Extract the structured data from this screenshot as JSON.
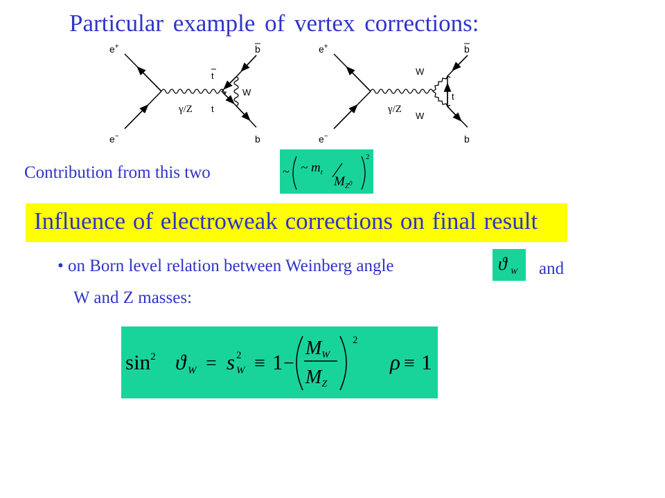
{
  "slide": {
    "title": "Particular example of vertex corrections:",
    "contribution_text": "Contribution from this two",
    "highlight_text": "Influence of electroweak corrections on final result",
    "bullet_text": "• on Born level relation between Weinberg angle",
    "and_text": "and",
    "masses_text": "W and Z masses:"
  },
  "diagram": {
    "left": {
      "e_plus": "e",
      "e_minus": "e",
      "boson": "γ/Z",
      "tbar": "t",
      "t": "t",
      "w": "W",
      "bbar": "b",
      "b": "b"
    },
    "right": {
      "e_plus": "e",
      "e_minus": "e",
      "boson": "γ/Z",
      "w_top": "W",
      "w_bottom": "W",
      "t": "t",
      "bbar": "b",
      "b": "b"
    },
    "sup_plus": "+",
    "sup_minus": "−"
  },
  "formulas": {
    "contribution": {
      "prefix": "~",
      "inner": "~ m",
      "sub_t": "t",
      "denom": "M",
      "sub_z": "Z",
      "sup_0": "0",
      "power": "2"
    },
    "weinberg": {
      "theta": "ϑ",
      "sub": "W"
    },
    "main": {
      "sin": "sin",
      "sq": "2",
      "theta": "ϑ",
      "sub_w": "W",
      "eq": "=",
      "s": "s",
      "s_sub": "W",
      "s_sup": "2",
      "equiv1": "≡",
      "one": "1",
      "minus": "−",
      "num": "M",
      "num_sub": "W",
      "den": "M",
      "den_sub": "Z",
      "power": "2",
      "rho": "ρ",
      "equiv2": "≡",
      "rho_val": "1"
    }
  },
  "colors": {
    "text": "#2f34c8",
    "highlight": "#ffff00",
    "formula_bg": "#19d49a"
  }
}
